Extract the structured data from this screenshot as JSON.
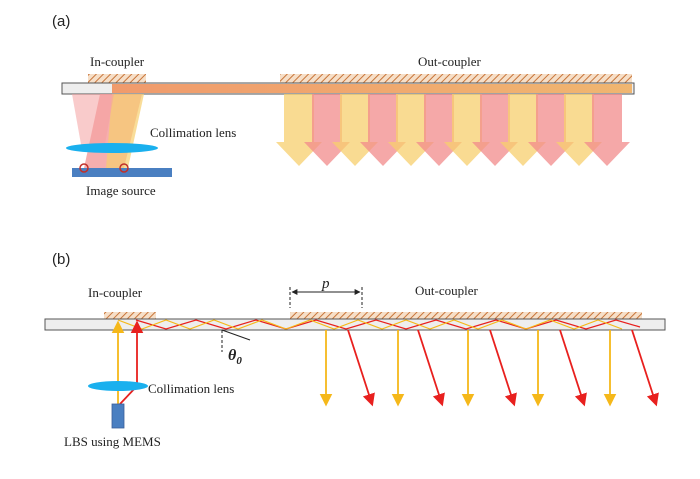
{
  "panel_a": {
    "label": "(a)",
    "in_coupler": "In-coupler",
    "out_coupler": "Out-coupler",
    "collimation_lens": "Collimation lens",
    "image_source": "Image source"
  },
  "panel_b": {
    "label": "(b)",
    "in_coupler": "In-coupler",
    "out_coupler": "Out-coupler",
    "collimation_lens": "Collimation lens",
    "source": "LBS using MEMS",
    "period_symbol": "p",
    "angle_symbol": "θ",
    "angle_subscript": "0"
  },
  "colors": {
    "waveguide_fill": "#eeeeee",
    "grating_hatch": "#c8753a",
    "red_ray": "#e8201e",
    "yellow_ray": "#f5b81a",
    "lens": "#1ab0ee",
    "source_block": "#4a7fc1"
  }
}
